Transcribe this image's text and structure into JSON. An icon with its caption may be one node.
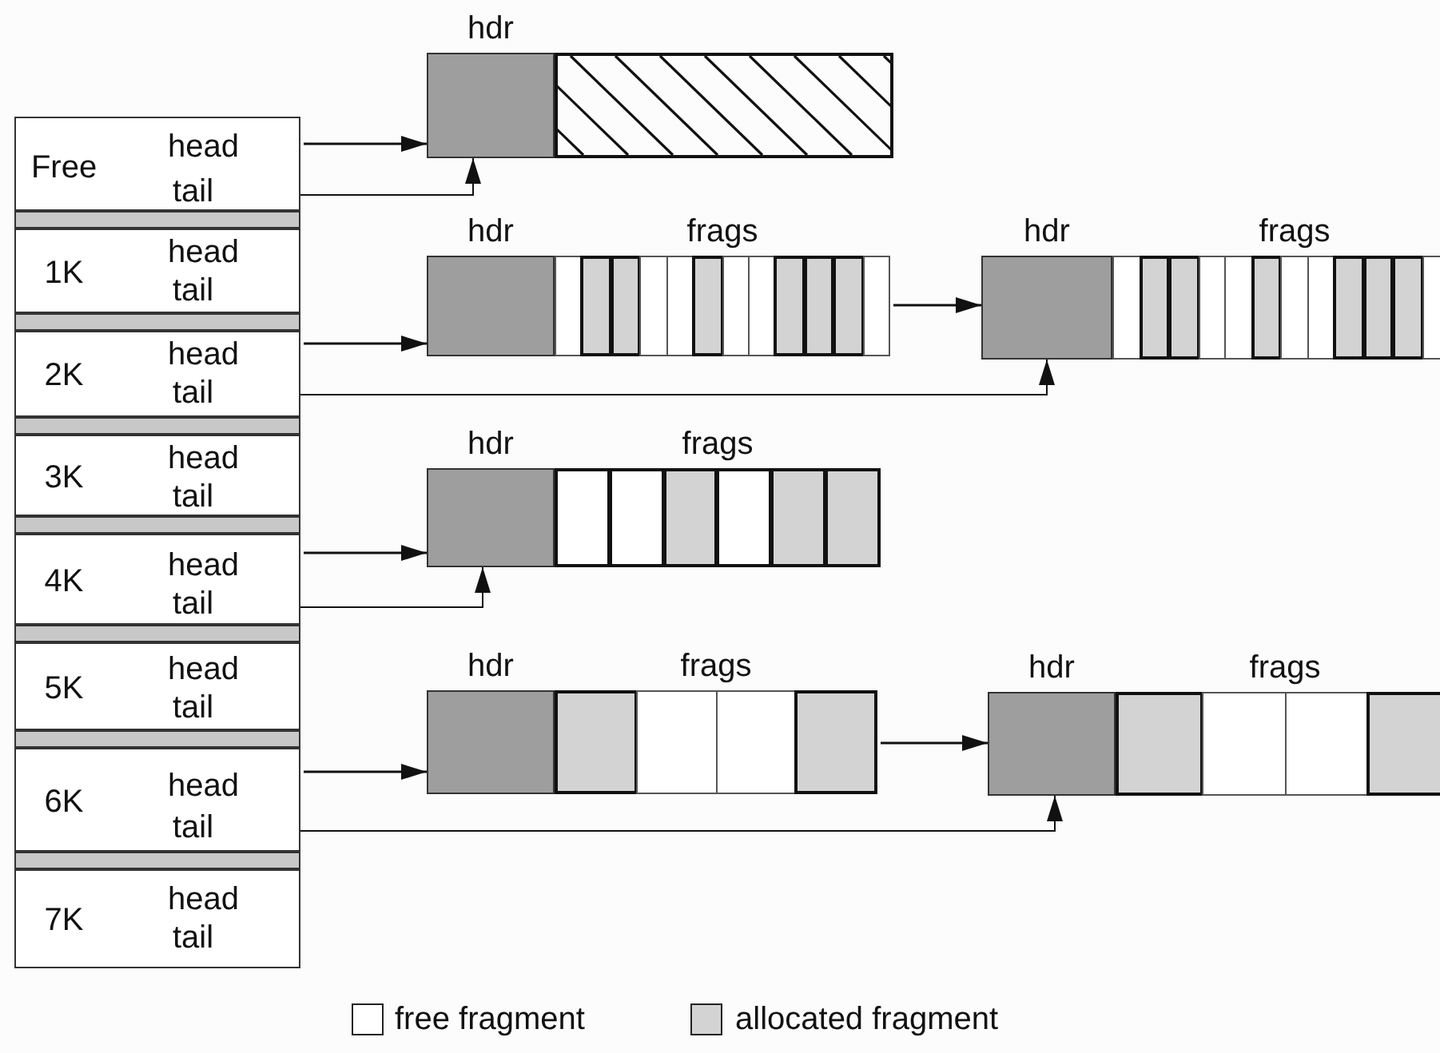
{
  "diagram": {
    "nodes": [
      {
        "text": [
          "Free"
        ]
      },
      {
        "text": [
          "head"
        ],
        "in": 0
      },
      {
        "text": [
          "tail"
        ],
        "in": 0
      },
      {
        "text": [
          "1K"
        ]
      },
      {
        "text": [
          "head"
        ],
        "in": 3
      },
      {
        "text": [
          "tail"
        ],
        "in": 3
      },
      {
        "text": [
          "2K"
        ]
      },
      {
        "text": [
          "head"
        ],
        "in": 6
      },
      {
        "text": [
          "tail"
        ],
        "in": 6
      },
      {
        "text": [
          "3K"
        ]
      },
      {
        "text": [
          "head"
        ],
        "in": 9
      },
      {
        "text": [
          "tail"
        ],
        "in": 9
      },
      {
        "text": [
          "4K"
        ]
      },
      {
        "text": [
          "head"
        ],
        "in": 12
      },
      {
        "text": [
          "tail"
        ],
        "in": 12
      },
      {
        "text": [
          "5K"
        ]
      },
      {
        "text": [
          "head"
        ],
        "in": 15
      },
      {
        "text": [
          "tail"
        ],
        "in": 15
      },
      {
        "text": [
          "6K"
        ]
      },
      {
        "text": [
          "head"
        ],
        "in": 18
      },
      {
        "text": [
          "tail"
        ],
        "in": 18
      },
      {
        "text": [
          "7K"
        ]
      },
      {
        "text": [
          "head"
        ],
        "in": 21
      },
      {
        "text": [
          "tail"
        ],
        "in": 21
      },
      {
        "text": [
          "hdr"
        ]
      },
      {
        "text": [],
        "shape": "box"
      },
      {
        "text": [
          "hdr"
        ]
      },
      {
        "text": [
          "frags"
        ]
      },
      {
        "text": [
          "hdr"
        ]
      },
      {
        "text": [
          "frags"
        ]
      },
      {
        "text": [
          "hdr"
        ]
      },
      {
        "text": [
          "frags"
        ]
      },
      {
        "text": [
          "hdr"
        ]
      },
      {
        "text": [
          "frags"
        ]
      },
      {
        "text": [
          "hdr"
        ]
      },
      {
        "text": [
          "frags"
        ]
      }
    ],
    "edges": [
      {
        "from": 1,
        "to": 24,
        "arrow": "to"
      },
      {
        "from": 2,
        "to": 24,
        "arrow": "to"
      },
      {
        "from": 7,
        "to": 26,
        "arrow": "to"
      },
      {
        "from": 27,
        "to": 28,
        "arrow": "to"
      },
      {
        "from": 8,
        "to": 28,
        "arrow": "to"
      },
      {
        "from": 13,
        "to": 30,
        "arrow": "to"
      },
      {
        "from": 14,
        "to": 30,
        "arrow": "to"
      },
      {
        "from": 19,
        "to": 32,
        "arrow": "to"
      },
      {
        "from": 33,
        "to": 34,
        "arrow": "to"
      },
      {
        "from": 20,
        "to": 34,
        "arrow": "to"
      }
    ],
    "legend": [
      {
        "text": "free fragment",
        "color": "#ffffff"
      },
      {
        "text": "allocated fragment",
        "color": "#d3d3d3"
      }
    ]
  }
}
